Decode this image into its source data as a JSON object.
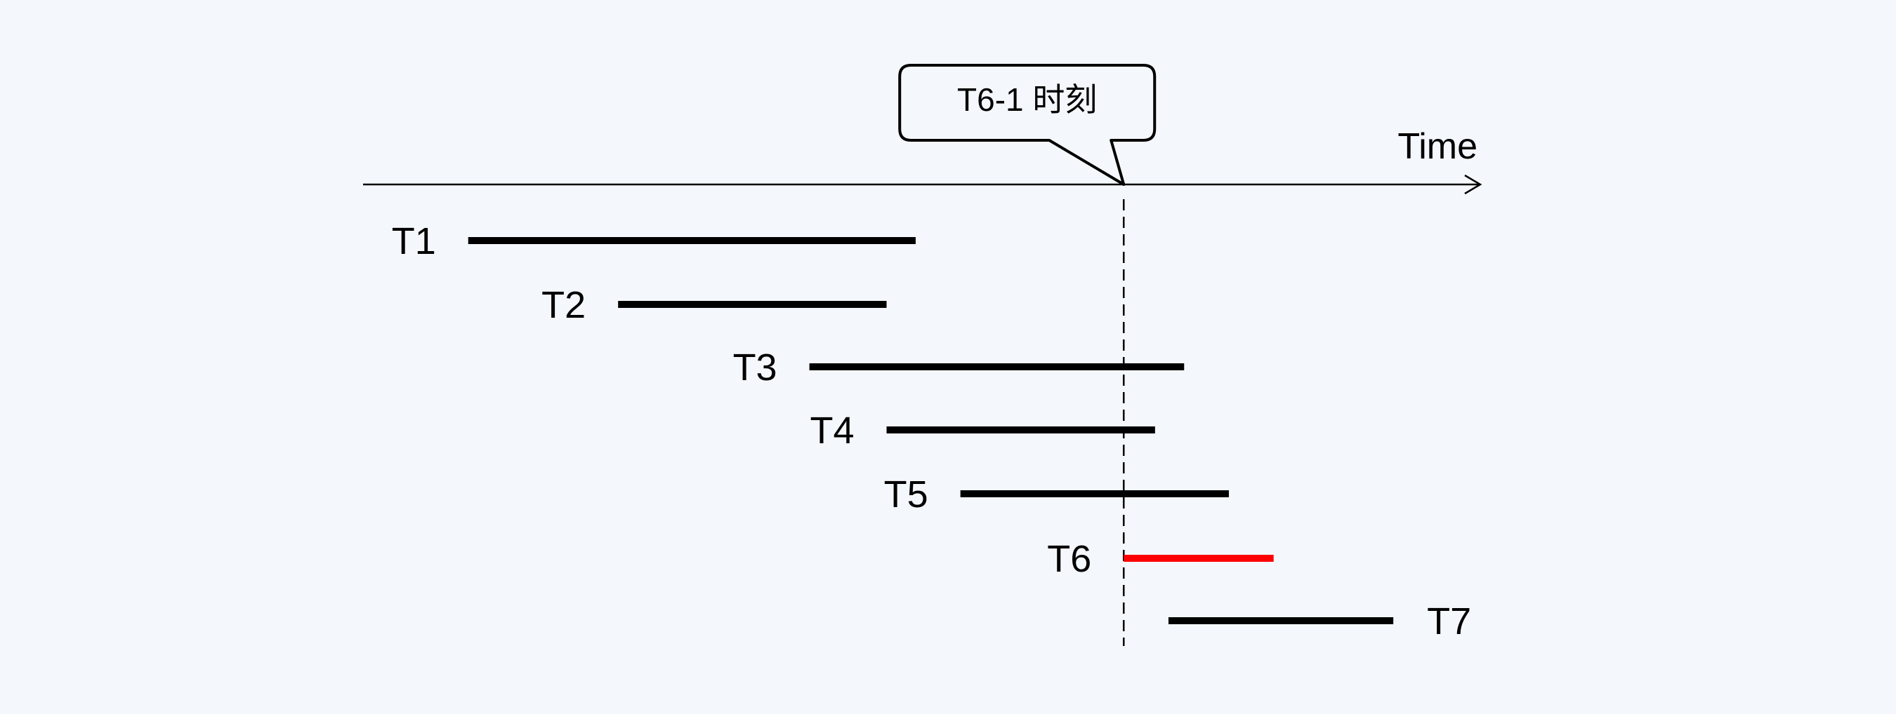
{
  "axis": {
    "label": "Time",
    "range": [
      0,
      100
    ]
  },
  "marker": {
    "label": "T6-1 时刻",
    "time": 68.0
  },
  "tasks": [
    {
      "name": "T1",
      "start": 9.4,
      "end": 49.4,
      "color": "#000000",
      "label_side": "left"
    },
    {
      "name": "T2",
      "start": 22.8,
      "end": 46.8,
      "color": "#000000",
      "label_side": "left"
    },
    {
      "name": "T3",
      "start": 39.9,
      "end": 73.4,
      "color": "#000000",
      "label_side": "left"
    },
    {
      "name": "T4",
      "start": 46.8,
      "end": 70.8,
      "color": "#000000",
      "label_side": "left"
    },
    {
      "name": "T5",
      "start": 53.4,
      "end": 77.4,
      "color": "#000000",
      "label_side": "left"
    },
    {
      "name": "T6",
      "start": 68.0,
      "end": 81.4,
      "color": "#ff0000",
      "label_side": "left"
    },
    {
      "name": "T7",
      "start": 72.0,
      "end": 92.1,
      "color": "#000000",
      "label_side": "right"
    }
  ]
}
